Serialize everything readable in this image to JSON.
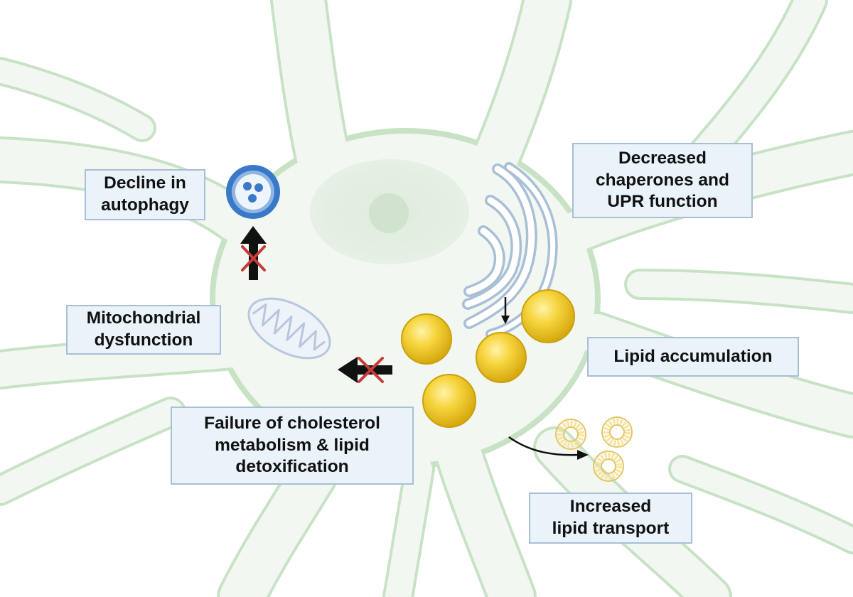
{
  "labels": {
    "autophagy": [
      "Decline in",
      "autophagy"
    ],
    "chaperones": [
      "Decreased",
      "chaperones and",
      "UPR function"
    ],
    "mitochondrial": [
      "Mitochondrial",
      "dysfunction"
    ],
    "lipid_accumulation": [
      "Lipid accumulation"
    ],
    "cholesterol": [
      "Failure of cholesterol",
      "metabolism & lipid",
      "detoxification"
    ],
    "lipid_transport": [
      "Increased",
      "lipid transport"
    ]
  },
  "colors": {
    "cell_fill": "#f2f8f1",
    "cell_outline": "#c8e2c6",
    "nucleus": "#e3eee2",
    "nucleolus": "#cfe3cd",
    "label_fill": "#eaf2fa",
    "label_border": "#a9bfd6",
    "lipid_droplet": "#f2cc33",
    "lipoprotein_ring": "#f3dc8d",
    "lysosome_ring": "#3a78c9",
    "inhibition_cross": "#c43c3c",
    "arrow": "#111111"
  },
  "icons": {
    "autophagosome": "autophagosome-icon",
    "mitochondrion": "mitochondrion-icon",
    "er": "endoplasmic-reticulum-icon",
    "lipid": "lipid-droplet-icon",
    "lipoprotein": "lipoprotein-icon",
    "cross": "inhibition-cross-icon"
  }
}
